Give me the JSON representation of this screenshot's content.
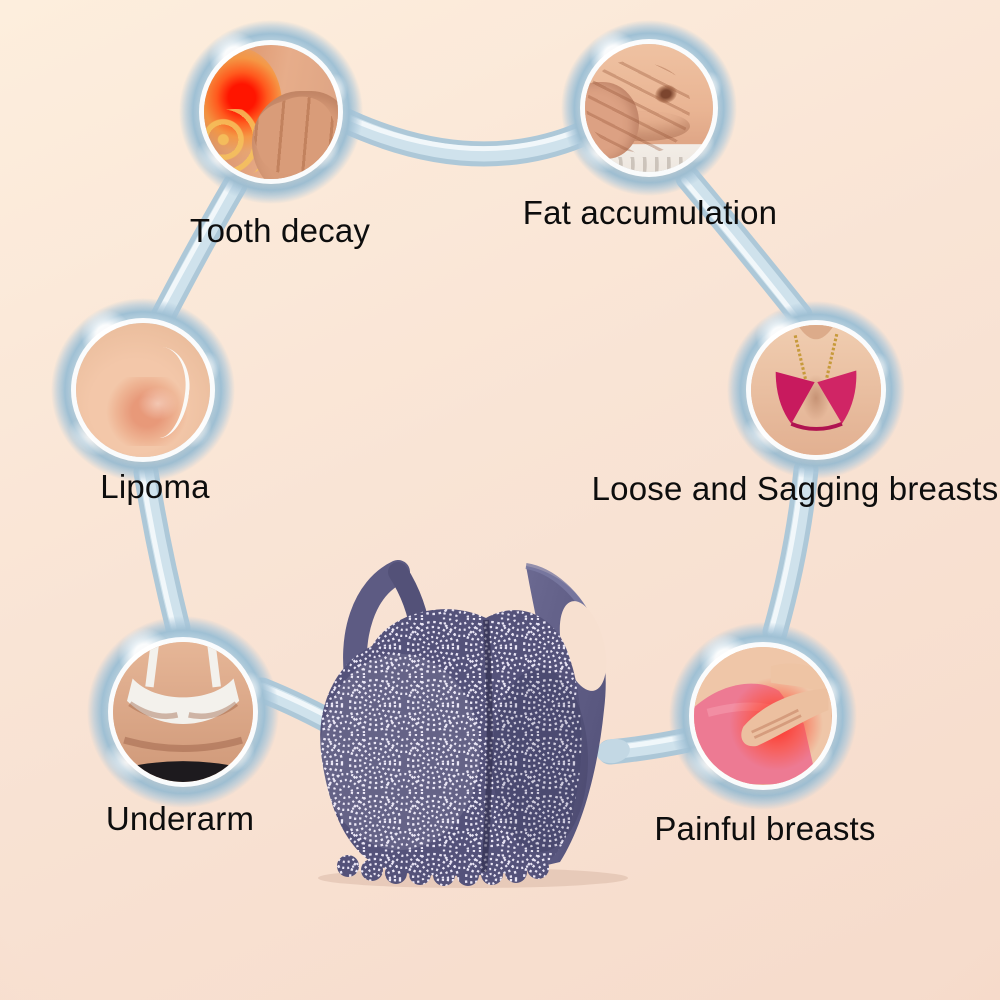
{
  "canvas": {
    "bg_top": "#fdeedd",
    "bg_bottom": "#f6dbcb",
    "vignette": "#eec7b2"
  },
  "glass": {
    "ring_color": "#9fc0d4",
    "tube_color": "#b7cedd",
    "tube_highlight": "#f4fafc"
  },
  "bubbles": [
    {
      "id": "tooth-decay",
      "label": "Tooth decay",
      "photo_icon": "breast-inflammation-photo"
    },
    {
      "id": "fat-accumulation",
      "label": "Fat accumulation",
      "photo_icon": "belly-fat-pinch-photo"
    },
    {
      "id": "lipoma",
      "label": "Lipoma",
      "photo_icon": "lipoma-skin-lump-photo"
    },
    {
      "id": "loose-sagging",
      "label": "Loose and Sagging breasts",
      "photo_icon": "sagging-breasts-bikini-photo"
    },
    {
      "id": "underarm",
      "label": "Underarm",
      "photo_icon": "underarm-back-fat-photo"
    },
    {
      "id": "painful",
      "label": "Painful breasts",
      "photo_icon": "painful-breast-photo"
    }
  ],
  "product": {
    "id": "lace-bralette",
    "icon": "purple-lace-bralette-photo",
    "body_color": "#54527a",
    "lace_color": "#eae6f6",
    "strap_color": "#5d5b83"
  }
}
